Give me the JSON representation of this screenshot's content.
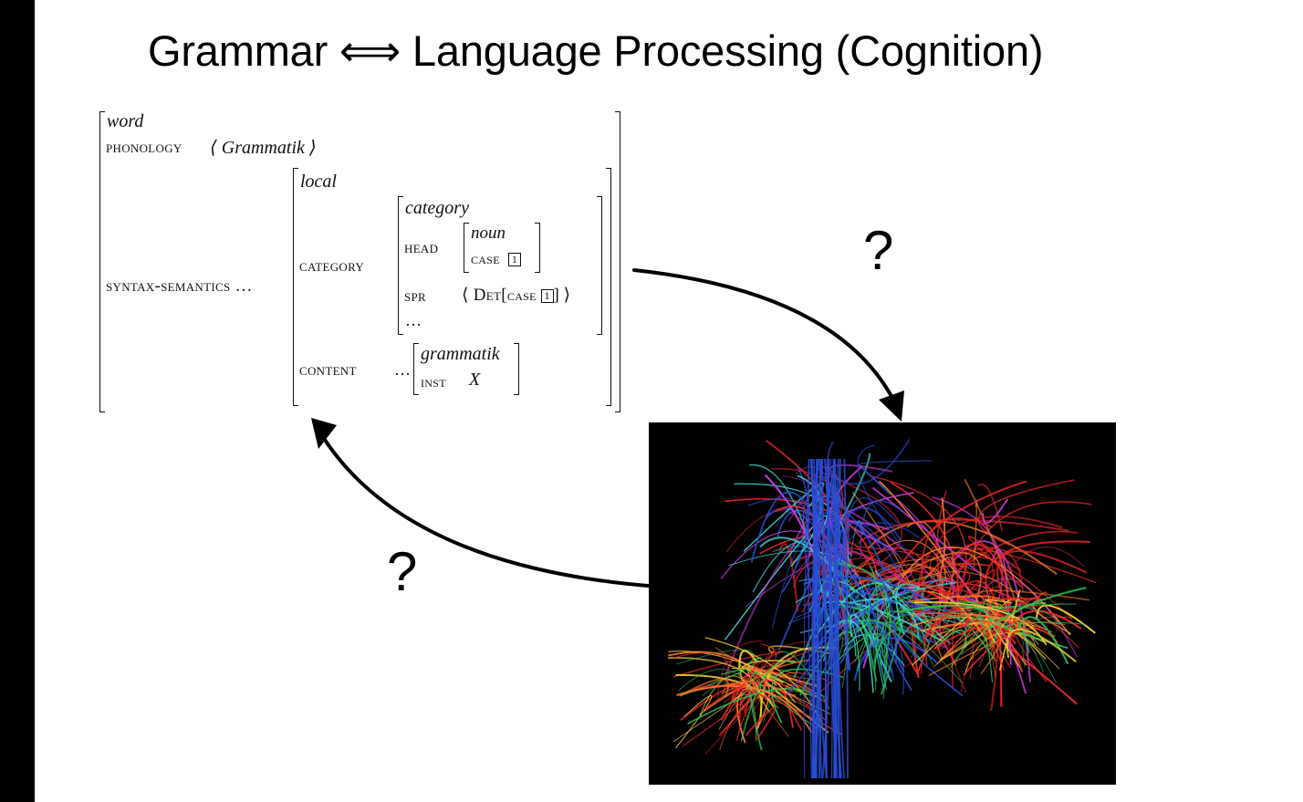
{
  "title": "Grammar ⟺ Language Processing (Cognition)",
  "avm": {
    "word": "word",
    "phonology_attr": "phonology",
    "phonology_value": "⟨ Grammatik ⟩",
    "syntax_semantics_attr": "syntax-semantics …",
    "local": "local",
    "category_attr": "category",
    "category_type": "category",
    "head_attr": "head",
    "noun": "noun",
    "case_attr": "case",
    "tag1": "1",
    "spr_attr": "spr",
    "spr_value_open": "⟨ Det[",
    "spr_case": "case",
    "spr_value_close": "] ⟩",
    "ellipsis": "…",
    "content_attr": "content",
    "content_ellipsis": "…",
    "grammatik": "grammatik",
    "inst_attr": "inst",
    "inst_value": "X"
  },
  "question_marks": [
    "?",
    "?"
  ],
  "brain_image": {
    "background": "#000000",
    "colors": [
      "#e8262a",
      "#2a4fd8",
      "#27c25a",
      "#f2d23a",
      "#ff7a2a",
      "#c53ad8",
      "#3ad8d0"
    ]
  }
}
